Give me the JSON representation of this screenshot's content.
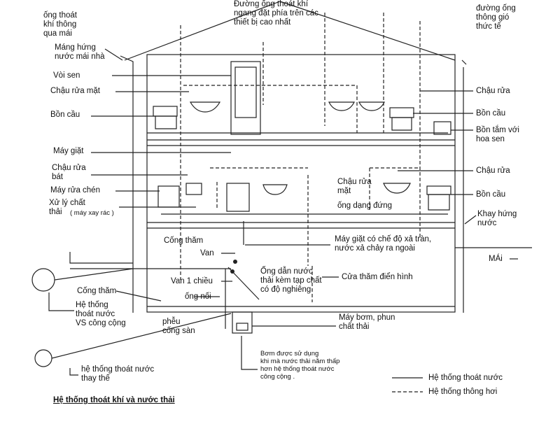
{
  "labels": {
    "vent_through_roof": "ống thoát\nkhí thông\nqua mái",
    "roof_gutter": "Máng hứng\nnước mái nhà",
    "shower": "Vòi sen",
    "wash_basin_left": "Chậu rửa mặt",
    "toilet_left": "Bồn cầu",
    "horizontal_vent": "Đường ống thoát khí\nngang đặt phía trên các\nthiết bị cao nhất",
    "actual_vent_pipe": "đường ống\nthông gió\nthức tế",
    "sink_right_top": "Chậu rửa",
    "toilet_right_top": "Bồn cầu",
    "bathtub_shower": "Bồn tắm với\nhoa sen",
    "washing_machine": "Máy giặt",
    "kitchen_sink": "Chậu rửa\nbát",
    "dishwasher": "Máy rửa chén",
    "garbage_disposal": "Xử lý chất\nthải",
    "garbage_disposal_note": "( máy xay rác )",
    "wash_basin_mid": "Chậu rửa\nmặt",
    "vertical_stack": "ống dạng đứng",
    "sink_right_mid": "Chậu rửa",
    "toilet_right_mid": "Bồn cầu",
    "drip_tray": "Khay hứng\nnước",
    "washer_overflow": "Máy giặt có chế độ xả tràn,\nnước xả chảy ra ngoài",
    "inspection_chamber_top": "Cống thăm",
    "valve": "Van",
    "check_valve": "Van 1 chiều",
    "fitting": "ống nối",
    "waste_pipe_slope": "Ống dẫn nước\nthải kèm tạp chất\ncó độ nghiêng",
    "typical_inspection": "Cửa thăm điển hình",
    "roof": "MÁi",
    "inspection_chamber_left": "Cống thăm",
    "public_sewer": "Hệ thống\nthoát nước\nVS công cộng",
    "floor_drain": "phễu\ncống sàn",
    "sewage_pump": "Máy bơm, phun\nchất thải",
    "pump_note": "Bơm được sử dụng\nkhi mà nước thải nằm thấp\nhơn hệ thống thoát nước\ncông cộng .",
    "alt_drainage": "hệ thống thoát nước\nthay thế"
  },
  "legend": {
    "drainage": "Hệ thống thoát nước",
    "vent": "Hệ thống thông hơi"
  },
  "title": "Hệ thống thoát khí và nước thải"
}
